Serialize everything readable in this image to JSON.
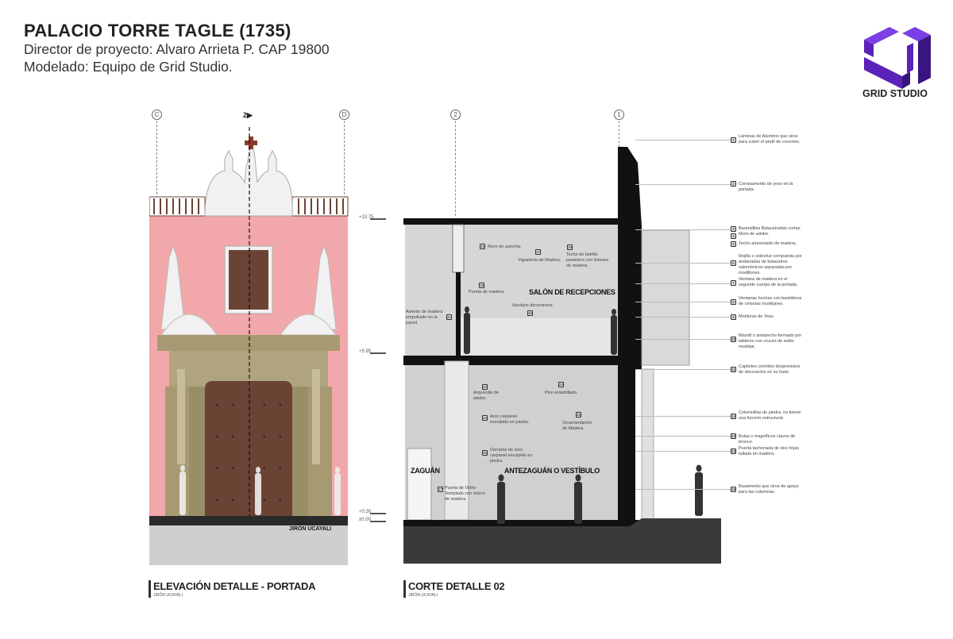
{
  "header": {
    "title": "PALACIO TORRE TAGLE (1735)",
    "director": "Director de proyecto: Alvaro Arrieta P. CAP 19800",
    "modeling": "Modelado: Equipo de Grid Studio."
  },
  "logo": {
    "text": "GRID STUDIO",
    "colors": {
      "top": "#7b3fe4",
      "left": "#5a22b8",
      "right": "#3a1480"
    }
  },
  "elevation": {
    "grid_left": "C",
    "grid_right": "D",
    "section_marker": "2",
    "levels": [
      "+10.75",
      "+5.95",
      "+0.30",
      "±0.00"
    ],
    "street_label": "JIRÓN UCAYALI",
    "colors": {
      "wall": "#f2a8aa",
      "stone": "#a79a72",
      "door": "#6b4335",
      "white": "#f1f1f1",
      "ground": "#2a2a2a"
    },
    "view_title": "ELEVACIÓN DETALLE - PORTADA",
    "view_subtitle": "JIRÓN UCAYALI"
  },
  "section": {
    "grid_left": "2",
    "grid_right": "1",
    "rooms": [
      "SALÓN DE RECEPCIONES",
      "ZAGUÁN",
      "ANTEZAGUÁN O VESTÍBULO"
    ],
    "notes": [
      {
        "n": "16",
        "text": "Muro de quincha."
      },
      {
        "n": "17",
        "text": "Viguetería de Madera."
      },
      {
        "n": "18",
        "text": "Techo de ladrillo pastelero con listones de madera."
      },
      {
        "n": "19",
        "text": "Puerta de madera."
      },
      {
        "n": "20",
        "text": "Azulejos decorativos."
      },
      {
        "n": "21",
        "text": "Asiento de madera empotrado en la pared."
      },
      {
        "n": "22",
        "text": "Arquivolta de adobe."
      },
      {
        "n": "23",
        "text": "Piso enladrillado."
      },
      {
        "n": "24",
        "text": "Arco carpanel esculpido en piedra."
      },
      {
        "n": "25",
        "text": "Ornamentación de Madera."
      },
      {
        "n": "26",
        "text": "Derrame de arco carpanel esculpido en piedra."
      },
      {
        "n": "27",
        "text": "Puerta de Vidrio Templado con marco de madera."
      }
    ],
    "view_title": "CORTE DETALLE 02",
    "view_subtitle": "JIRÓN UCAYALI"
  },
  "legend": [
    {
      "n": "1",
      "text": "Láminas de Aluminio que sirve para cubrir el pretil de concreto."
    },
    {
      "n": "2",
      "text": "Cornisamento de yeso en la portada."
    },
    {
      "n": "3",
      "text": "Barandillas Balaustradas cortas."
    },
    {
      "n": "4",
      "text": "Muro de adobe."
    },
    {
      "n": "5",
      "text": "Techo artesonado de madera."
    },
    {
      "n": "6",
      "text": "Rejilla o sobreluz compuesta por andanadas de balaustres salomónicos separadas por modillones."
    },
    {
      "n": "7",
      "text": "Ventana de madera en el segundo cuerpo de la portada."
    },
    {
      "n": "8",
      "text": "Ventanas hechas con bastidores de celosías mudéjares."
    },
    {
      "n": "9",
      "text": "Molduras de Yeso."
    },
    {
      "n": "10",
      "text": "Mandil o antepecho formado por tableros con cruces de estilo mudéjar."
    },
    {
      "n": "11",
      "text": "Capiteles corintios desprovistos de decoración en su fuste."
    },
    {
      "n": "12",
      "text": "Columnillas de piedra, no tienen una función estructural."
    },
    {
      "n": "13",
      "text": "Bulas o magníficos clavos de bronce."
    },
    {
      "n": "14",
      "text": "Puerta tachonada de dos hojas tallada en madera."
    },
    {
      "n": "15",
      "text": "Basamento que sirve de apoyo para las columnas."
    }
  ]
}
